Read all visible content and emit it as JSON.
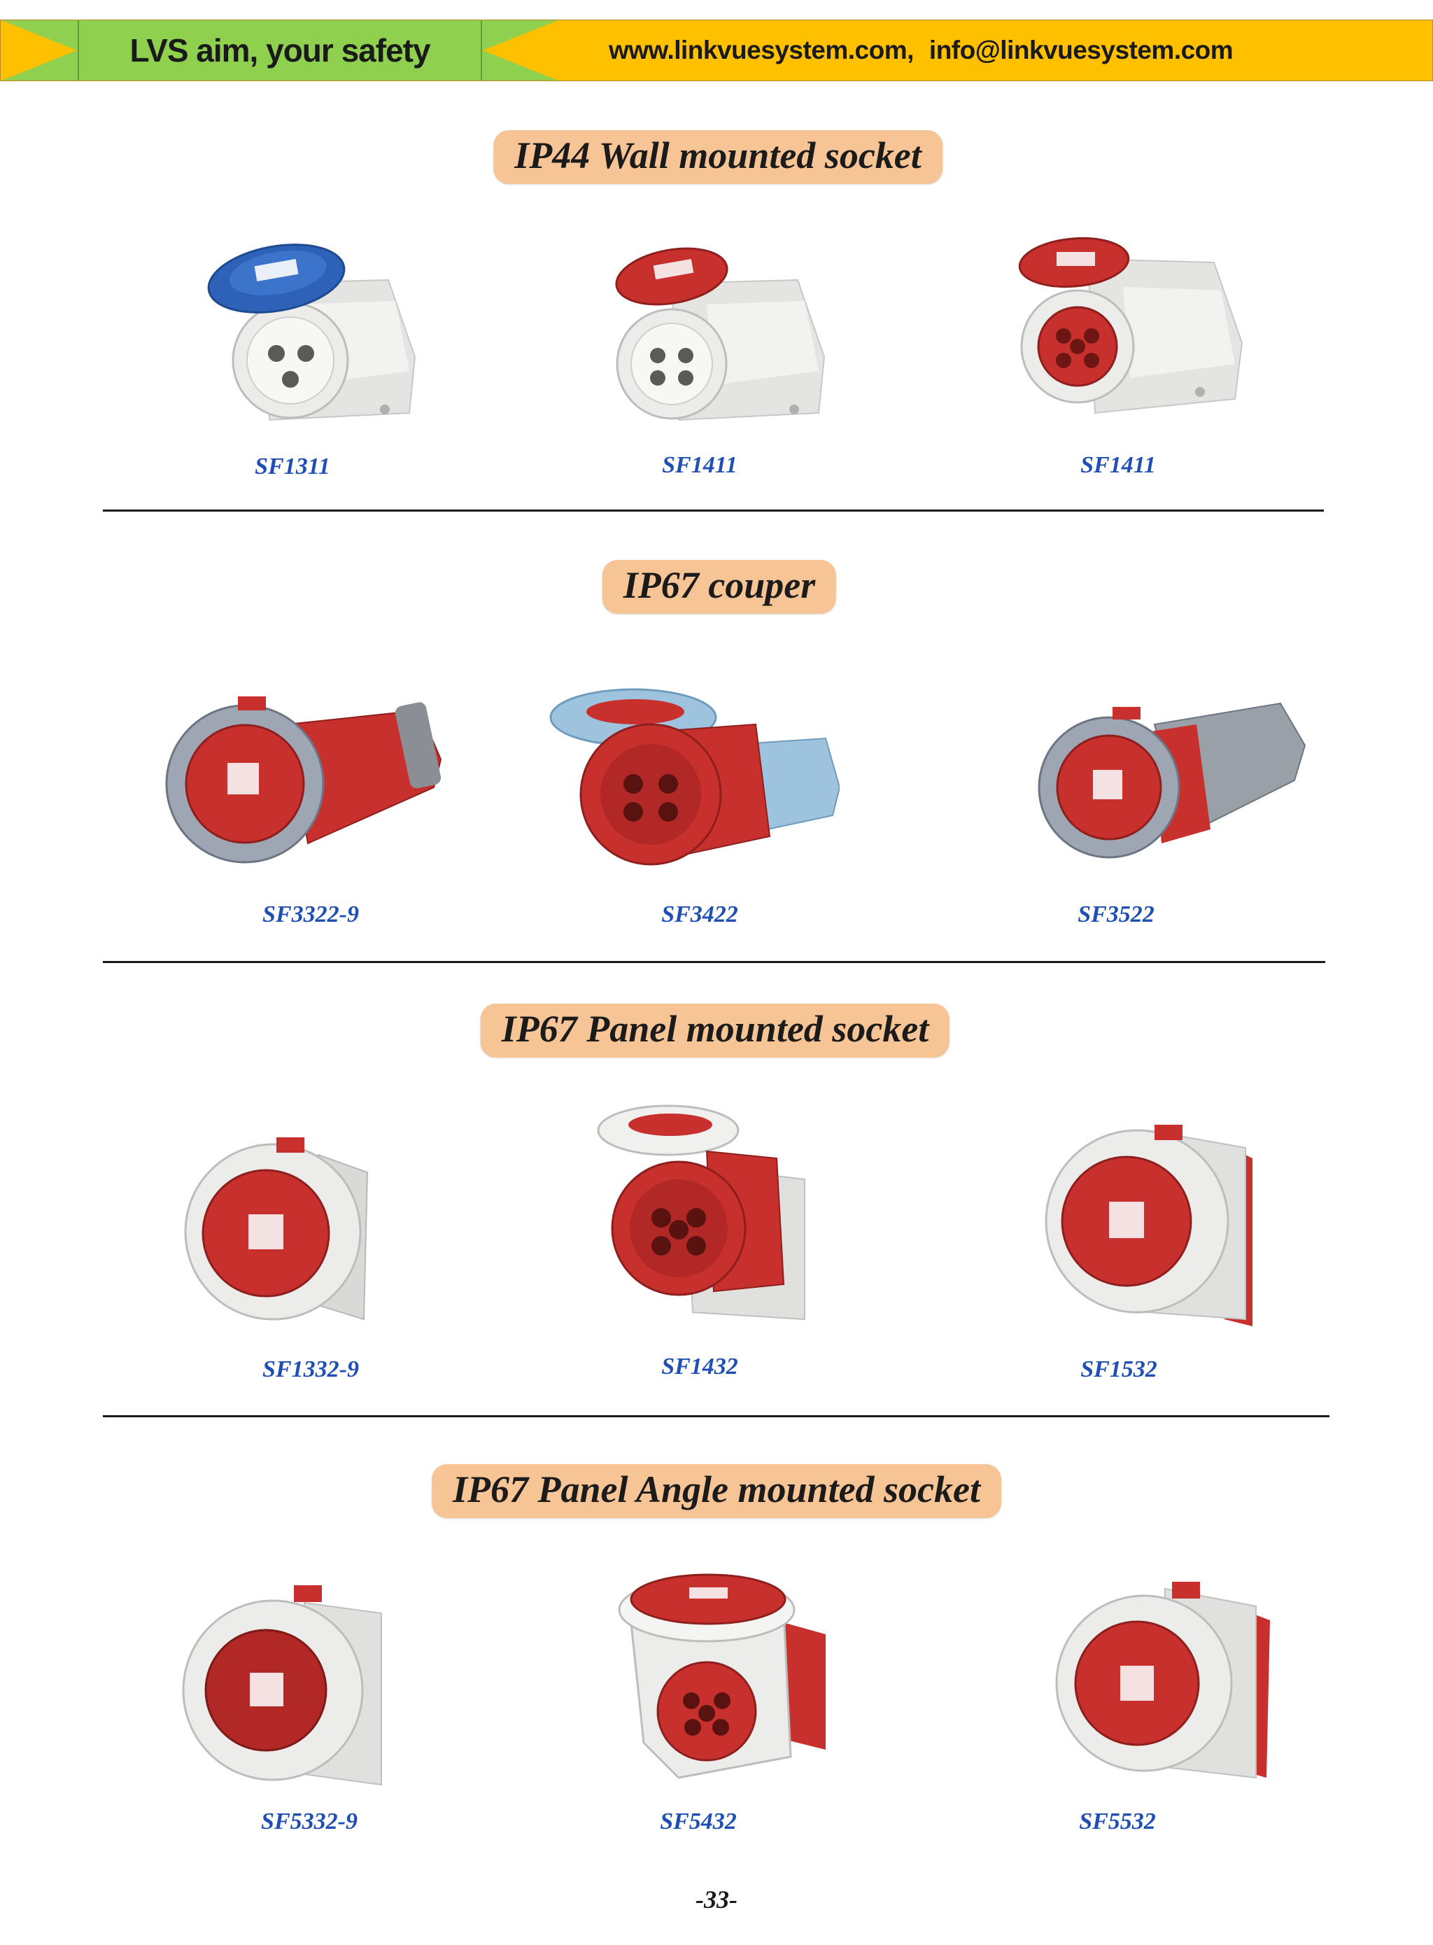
{
  "header": {
    "slogan": "LVS aim, your safety",
    "website": "www.linkvuesystem.com,",
    "email": "info@linkvuesystem.com"
  },
  "sections": [
    {
      "title": "IP44 Wall mounted socket",
      "products": [
        {
          "code": "SF1311",
          "image": "blue-wall-socket"
        },
        {
          "code": "SF1411",
          "image": "red-wall-socket"
        },
        {
          "code": "SF1411",
          "image": "red-wall-socket-5pin"
        }
      ]
    },
    {
      "title": "IP67 couper",
      "products": [
        {
          "code": "SF3322-9",
          "image": "coupler-red-closed"
        },
        {
          "code": "SF3422",
          "image": "coupler-blue-open"
        },
        {
          "code": "SF3522",
          "image": "coupler-grey-closed"
        }
      ]
    },
    {
      "title": "IP67 Panel mounted socket",
      "products": [
        {
          "code": "SF1332-9",
          "image": "panel-socket-closed"
        },
        {
          "code": "SF1432",
          "image": "panel-socket-open"
        },
        {
          "code": "SF1532",
          "image": "panel-socket-closed"
        }
      ]
    },
    {
      "title": "IP67 Panel Angle mounted socket",
      "products": [
        {
          "code": "SF5332-9",
          "image": "angle-socket-closed"
        },
        {
          "code": "SF5432",
          "image": "angle-socket-open"
        },
        {
          "code": "SF5532",
          "image": "angle-socket-closed"
        }
      ]
    }
  ],
  "footer": {
    "page_number": "-33-"
  },
  "colors": {
    "banner_green": "#8fd14f",
    "banner_yellow": "#ffc000",
    "pill_bg": "#f7c595",
    "code_text": "#1f4fb4",
    "socket_red": "#c8302e",
    "socket_blue": "#2e62b8"
  }
}
